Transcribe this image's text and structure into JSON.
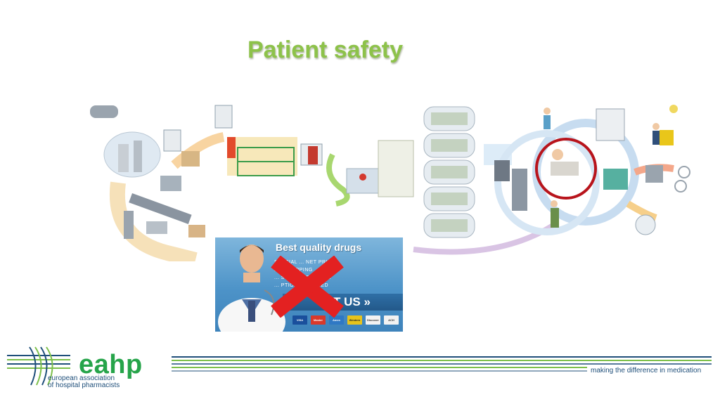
{
  "slide": {
    "title": "Patient safety"
  },
  "ad": {
    "headline": "Best quality drugs",
    "features": [
      "SPECIAL ... NET PRICES",
      "... E SHIPPING",
      "... STOMER SUPPORT",
      "... PTION REQUIRED"
    ],
    "cta": "T US »",
    "cards": [
      "VISA",
      "Master",
      "Amex",
      "Western",
      "Discover",
      "ACH"
    ],
    "crossed_out": true
  },
  "footer": {
    "logo": "eahp",
    "org_line1": "european association",
    "org_line2": "of hospital pharmacists",
    "tagline": "making the difference in medication"
  },
  "colors": {
    "title_green": "#8dc24a",
    "logo_green": "#26a44a",
    "navy": "#1f4f7a",
    "cross_red": "#e32121",
    "highlight_ring": "#b8141c"
  },
  "icons": [
    "supply-chain-illustration",
    "red-cross-mark",
    "doctor-figure"
  ]
}
